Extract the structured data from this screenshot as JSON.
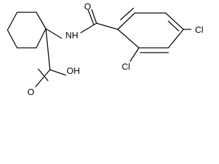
{
  "molecule": {
    "atoms": {
      "carbonyl_oxygen": "O",
      "amide_nh": "NH",
      "chlorine_para": "Cl",
      "chlorine_ortho": "Cl",
      "acid_oh": "OH",
      "acid_oxygen": "O"
    },
    "colors": {
      "ink": "#000000",
      "background": "#ffffff"
    }
  }
}
